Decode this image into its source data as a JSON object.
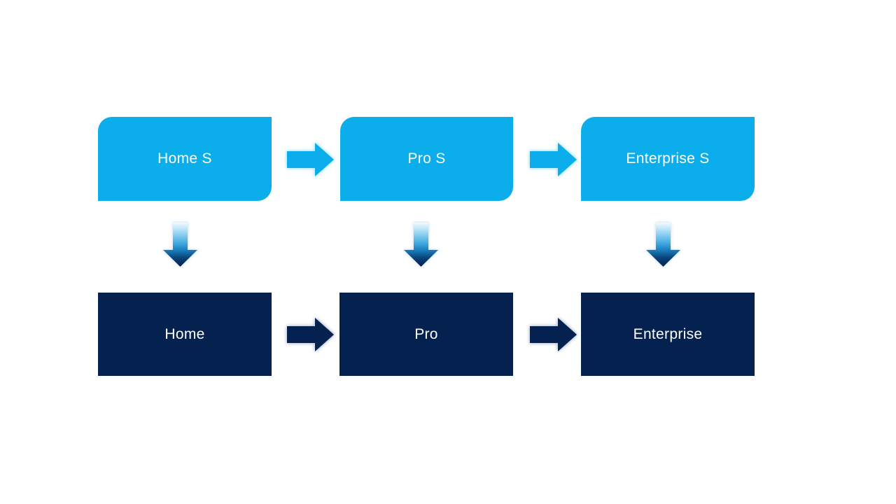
{
  "diagram": {
    "background": "#FFFFFF",
    "top_row": [
      {
        "label": "Home S"
      },
      {
        "label": "Pro S"
      },
      {
        "label": "Enterprise S"
      }
    ],
    "bottom_row": [
      {
        "label": "Home"
      },
      {
        "label": "Pro"
      },
      {
        "label": "Enterprise"
      }
    ],
    "icons": {
      "horizontal_top_arrow": "block-arrow-right",
      "horizontal_bottom_arrow": "block-arrow-right",
      "vertical_arrow": "block-arrow-down-gradient"
    },
    "colors": {
      "top_box_fill": "#0BAEEA",
      "bottom_box_fill": "#052150",
      "label_text": "#FFFFFF",
      "top_arrow_fill": "#0BAEEA",
      "top_arrow_glow": "#9FE0F9",
      "bottom_arrow_fill": "#052150",
      "bottom_arrow_glow": "#ADBACE",
      "gradient_arrow_top": "#F3FAFE",
      "gradient_arrow_mid": "#47ADE2",
      "gradient_arrow_bottom": "#04204E"
    }
  }
}
